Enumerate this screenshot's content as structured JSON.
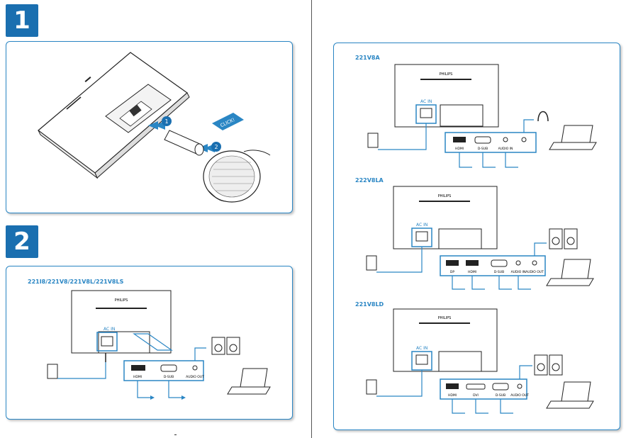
{
  "steps": {
    "one": "1",
    "two": "2"
  },
  "step1": {
    "click_label": "CLICK!",
    "marker_a": "1",
    "marker_b": "2"
  },
  "brand": "PHILIPS",
  "ac_in": "AC IN",
  "ports": {
    "hdmi": "HDMI",
    "vga": "D-SUB",
    "dvi": "DVI",
    "dp": "DP",
    "audio_in": "AUDIO IN",
    "audio_out": "AUDIO OUT"
  },
  "models": {
    "left": "221I8/221V8/221V8L/221V8LS",
    "top_right": "221V8A",
    "mid_right": "222V8LA",
    "bottom_right": "221V8LD"
  },
  "colors": {
    "accent": "#2a86c4",
    "badge": "#1a6fb0",
    "line": "#222222"
  }
}
